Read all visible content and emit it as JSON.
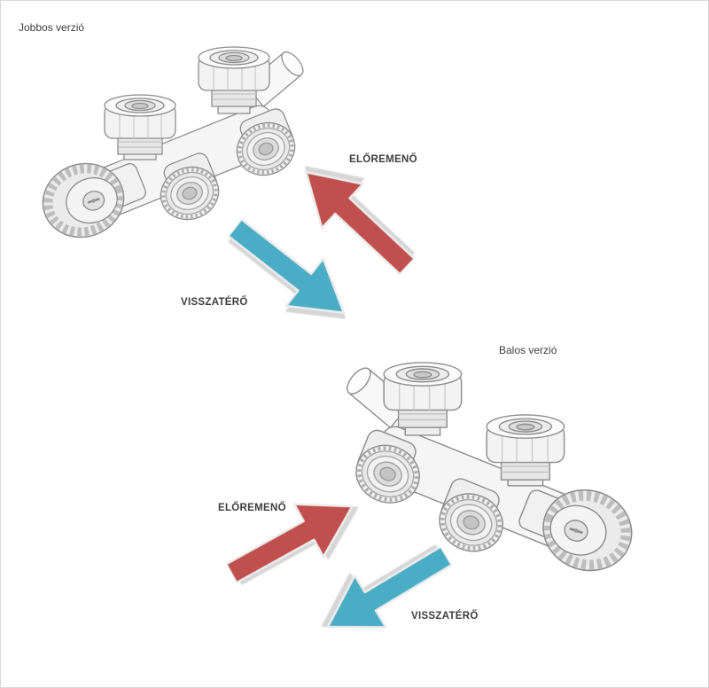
{
  "colors": {
    "supply": "#c0504d",
    "return": "#4aacc5",
    "text": "#3d3d3d"
  },
  "sections": {
    "right_version": {
      "title": "Jobbos verzió",
      "supply_label": "ELŐREMENŐ",
      "return_label": "VISSZATÉRŐ"
    },
    "left_version": {
      "title": "Balos verzió",
      "supply_label": "ELŐREMENŐ",
      "return_label": "VISSZATÉRŐ"
    }
  }
}
